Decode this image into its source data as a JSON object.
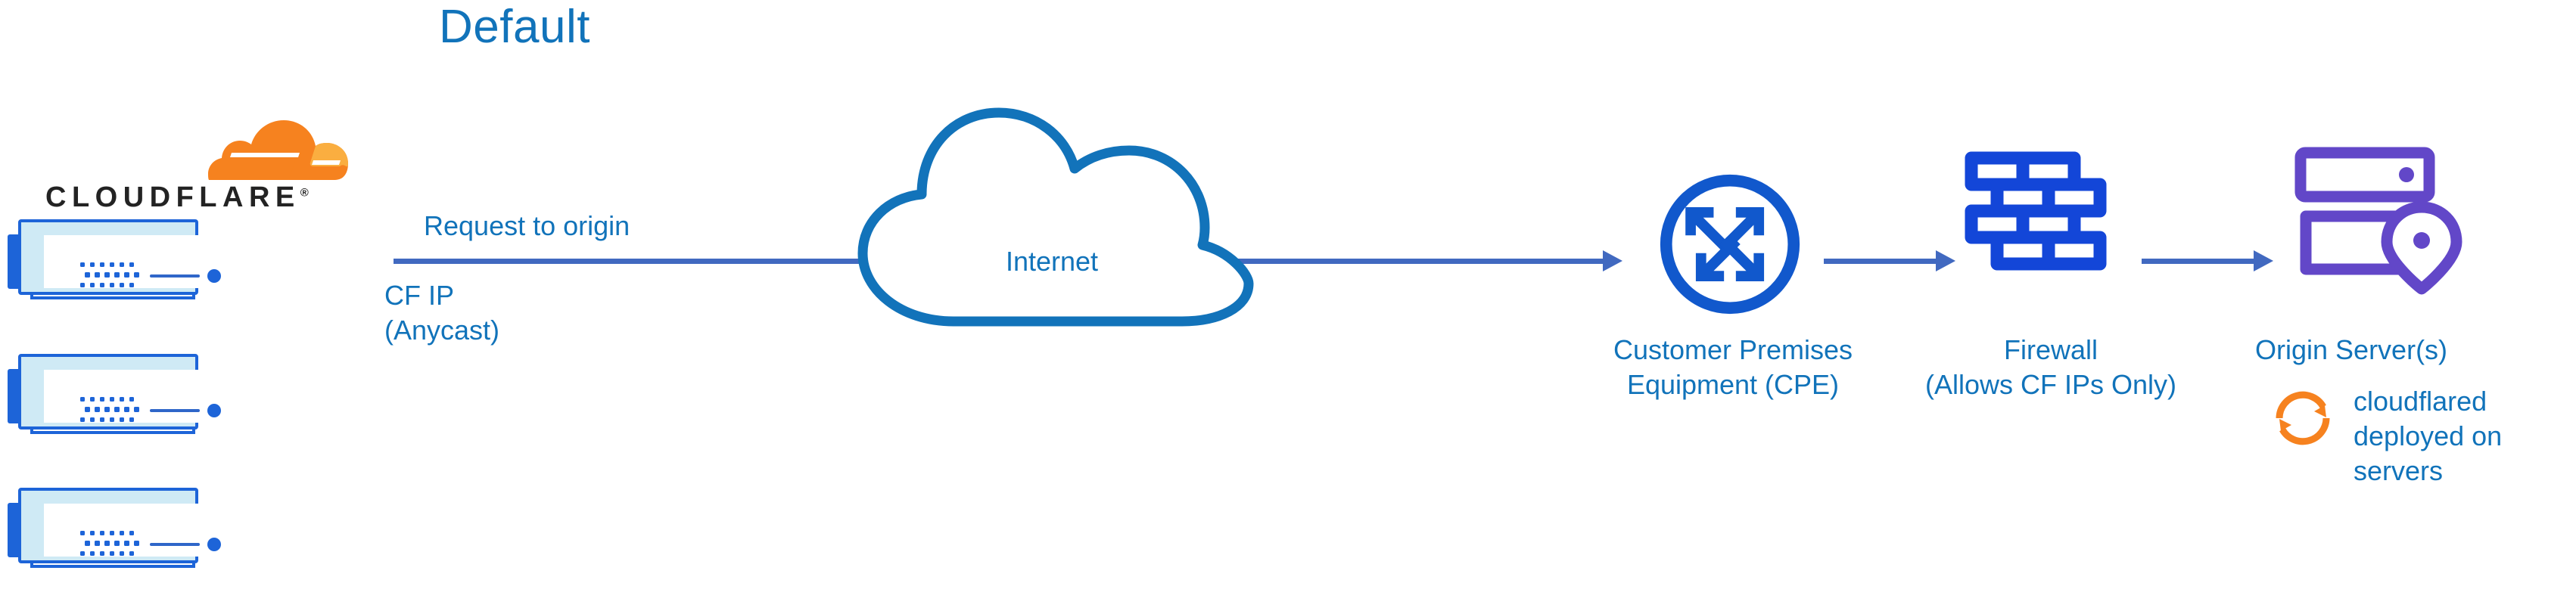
{
  "diagram": {
    "title": "Default",
    "colors": {
      "label_blue": "#1173ba",
      "icon_blue": "#1d64d8",
      "arrow_blue": "#4169c0",
      "cloud_outline": "#1273ba",
      "origin_purple": "#6247c8",
      "cloudflared_orange": "#f6821f",
      "server_fill": "#cfeaf5",
      "wordmark_black": "#232323",
      "background": "#ffffff"
    }
  },
  "brand": {
    "wordmark": "CLOUDFLARE",
    "registered_mark": "®",
    "mark_name": "cloudflare-cloud-logo"
  },
  "flow": {
    "request_label": "Request to origin",
    "cf_ip_label_line1": "CF IP",
    "cf_ip_label_line2": "(Anycast)"
  },
  "nodes": {
    "cf_servers": {
      "name": "cloudflare-edge-servers",
      "count": 3
    },
    "internet": {
      "label": "Internet",
      "icon": "cloud-icon"
    },
    "cpe": {
      "label_line1": "Customer Premises",
      "label_line2": "Equipment (CPE)",
      "icon": "router-icon"
    },
    "firewall": {
      "label_line1": "Firewall",
      "label_line2": "(Allows CF IPs Only)",
      "icon": "brick-wall-icon"
    },
    "origin": {
      "label": "Origin Server(s)",
      "icon": "server-rack-pin-icon"
    },
    "cloudflared": {
      "label_line1": "cloudflared",
      "label_line2": "deployed on",
      "label_line3": "servers",
      "icon": "refresh-cycle-icon"
    }
  }
}
